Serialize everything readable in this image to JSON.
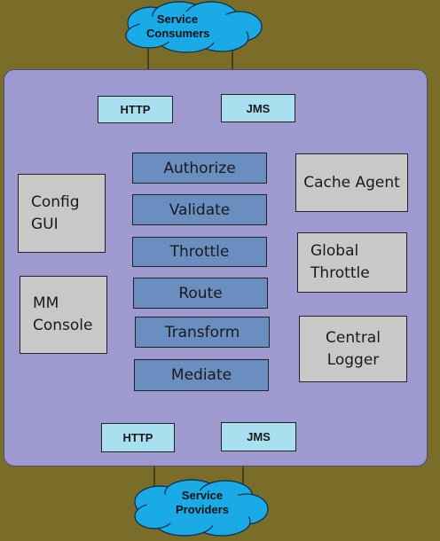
{
  "clouds": {
    "consumers": "Service\nConsumers",
    "providers": "Service\nProviders"
  },
  "top_protocols": [
    "HTTP",
    "JMS"
  ],
  "bottom_protocols": [
    "HTTP",
    "JMS"
  ],
  "pipeline": [
    "Authorize",
    "Validate",
    "Throttle",
    "Route",
    "Transform",
    "Mediate"
  ],
  "left_components": [
    "Config\nGUI",
    "MM\nConsole"
  ],
  "right_components": [
    "Cache Agent",
    "Global\nThrottle",
    "Central\nLogger"
  ],
  "colors": {
    "background": "#7a6d2a",
    "panel": "#9e9ad0",
    "cloud": "#1aaae6",
    "protocol_box": "#a9e0ef",
    "pipeline_box": "#6b8ec0",
    "component_box": "#c8c8c8"
  }
}
